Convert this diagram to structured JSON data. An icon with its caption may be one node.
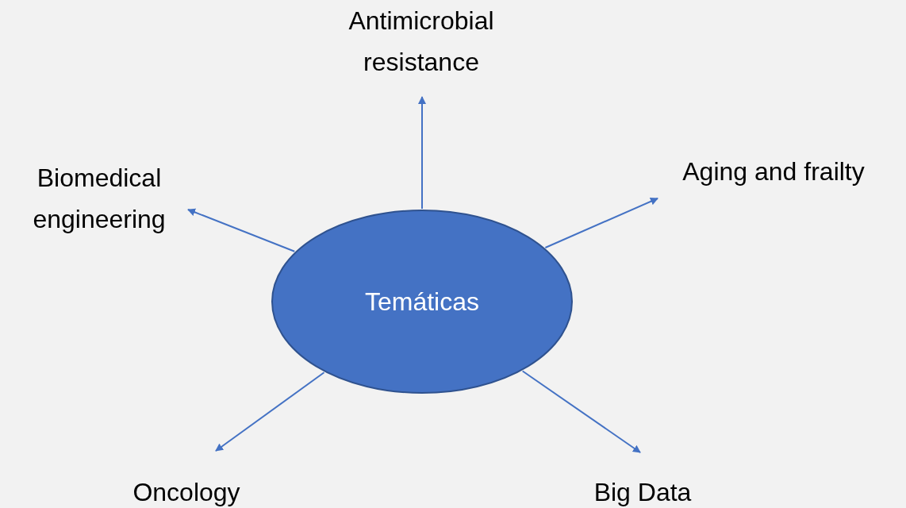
{
  "diagram": {
    "nodes": [
      {
        "text": [
          "Temáticas"
        ]
      },
      {
        "text": [
          "Antimicrobial resistance"
        ]
      },
      {
        "text": [
          "Biomedical engineering"
        ]
      },
      {
        "text": [
          "Aging and frailty"
        ]
      },
      {
        "text": [
          "Oncology"
        ]
      },
      {
        "text": [
          "Big Data"
        ]
      }
    ],
    "edges": [
      {
        "from": 0,
        "to": 1,
        "arrow": "to"
      },
      {
        "from": 0,
        "to": 2,
        "arrow": "to"
      },
      {
        "from": 0,
        "to": 3,
        "arrow": "to"
      },
      {
        "from": 0,
        "to": 4,
        "arrow": "to"
      },
      {
        "from": 0,
        "to": 5,
        "arrow": "to"
      }
    ]
  }
}
